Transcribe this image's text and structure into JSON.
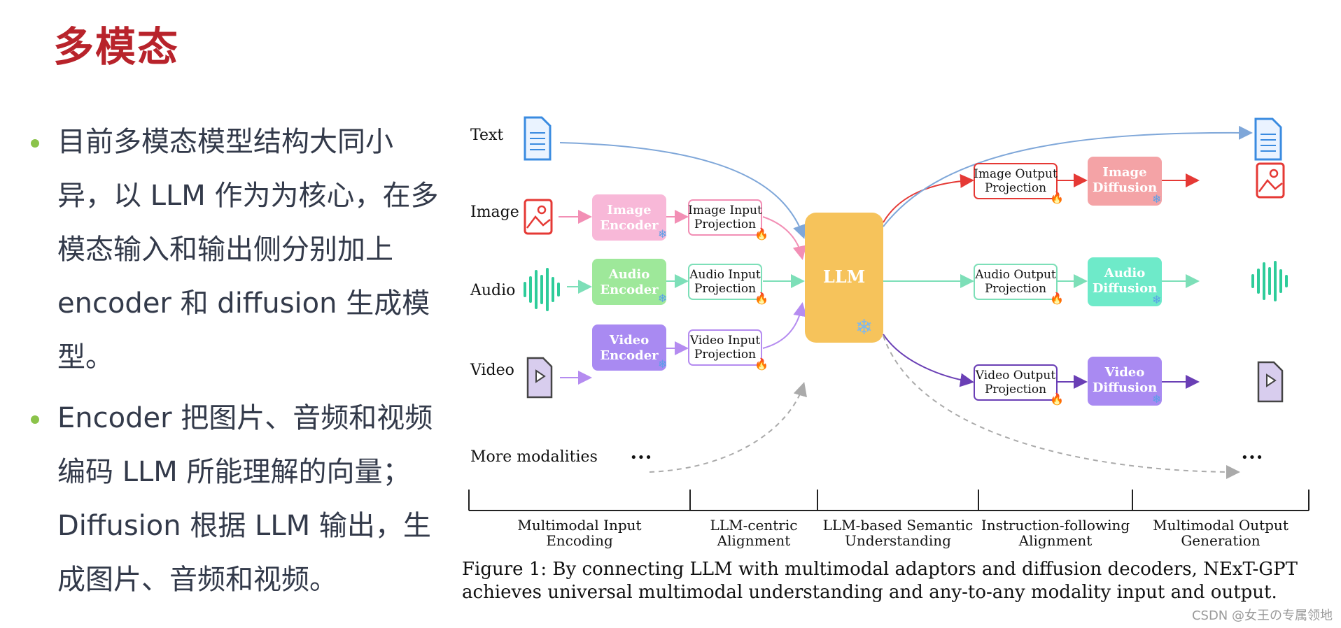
{
  "title": "多模态",
  "bullets": [
    "目前多模态模型结构大同小异，以 LLM 作为为核心，在多模态输入和输出侧分别加上 encoder 和 diffusion 生成模型。",
    "Encoder 把图片、音频和视频编码 LLM 所能理解的向量；Diffusion 根据 LLM 输出，生成图片、音频和视频。"
  ],
  "diagram": {
    "modalities": [
      "Text",
      "Image",
      "Audio",
      "Video",
      "More modalities"
    ],
    "more_dots": "•••",
    "encoders": {
      "image": [
        "Image",
        "Encoder"
      ],
      "audio": [
        "Audio",
        "Encoder"
      ],
      "video": [
        "Video",
        "Encoder"
      ]
    },
    "input_projections": {
      "image": [
        "Image Input",
        "Projection"
      ],
      "audio": [
        "Audio Input",
        "Projection"
      ],
      "video": [
        "Video Input",
        "Projection"
      ]
    },
    "llm": "LLM",
    "output_projections": {
      "image": [
        "Image Output",
        "Projection"
      ],
      "audio": [
        "Audio Output",
        "Projection"
      ],
      "video": [
        "Video Output",
        "Projection"
      ]
    },
    "diffusions": {
      "image": [
        "Image",
        "Diffusion"
      ],
      "audio": [
        "Audio",
        "Diffusion"
      ],
      "video": [
        "Video",
        "Diffusion"
      ]
    },
    "stages": [
      [
        "Multimodal Input",
        "Encoding"
      ],
      [
        "LLM-centric",
        "Alignment"
      ],
      [
        "LLM-based Semantic",
        "Understanding"
      ],
      [
        "Instruction-following",
        "Alignment"
      ],
      [
        "Multimodal Output",
        "Generation"
      ]
    ],
    "colors": {
      "image": "#e53935",
      "audio": "#2ecc9a",
      "video": "#7e57c2",
      "text": "#4a90e2",
      "llm": "#f6c35b"
    }
  },
  "caption": "Figure 1: By connecting LLM with multimodal adaptors and diffusion decoders, NExT-GPT achieves universal multimodal understanding and any-to-any modality input and output.",
  "watermark": "CSDN @女王の专属领地"
}
